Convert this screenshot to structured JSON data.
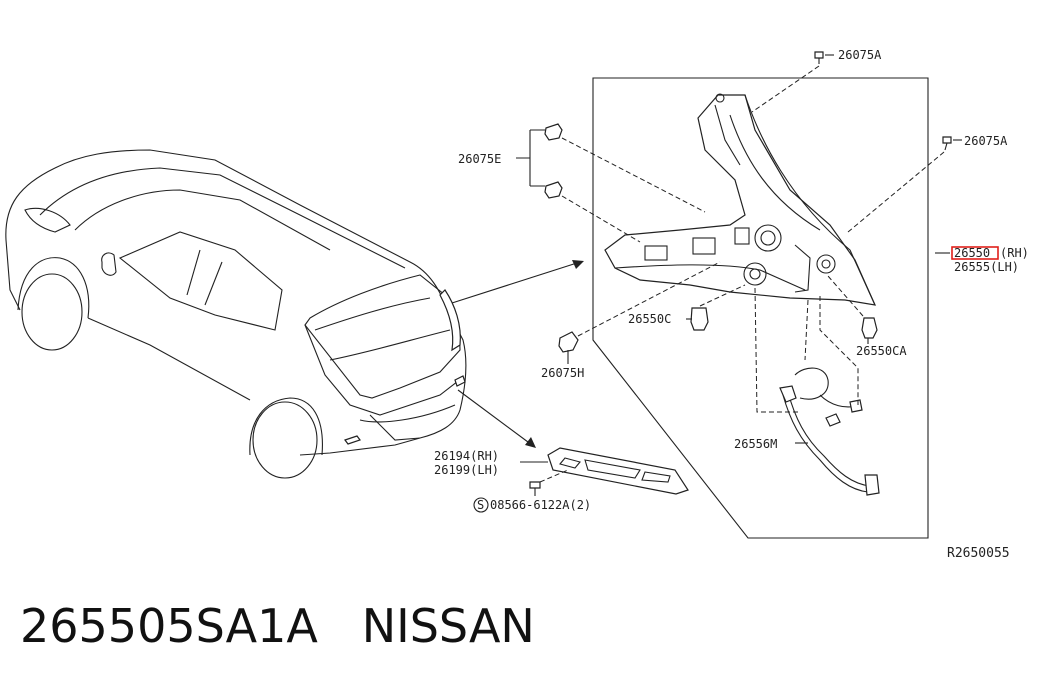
{
  "labels": {
    "bolt_top": "26075A",
    "bolt_right": "26075A",
    "clip_e": "26075E",
    "clip_h": "26075H",
    "lamp_rh_code": "26550",
    "lamp_rh_side": "(RH)",
    "lamp_lh": "26555(LH)",
    "bulb_c": "26550C",
    "bulb_ca": "26550CA",
    "harness": "26556M",
    "reflector_rh": "26194(RH)",
    "reflector_lh": "26199(LH)",
    "screw": "08566-6122A(2)",
    "screw_symbol": "S",
    "ref_code": "R2650055"
  },
  "part_title": "265505SA1A   NISSAN",
  "colors": {
    "highlight": "#e0201a",
    "line": "#222222"
  }
}
